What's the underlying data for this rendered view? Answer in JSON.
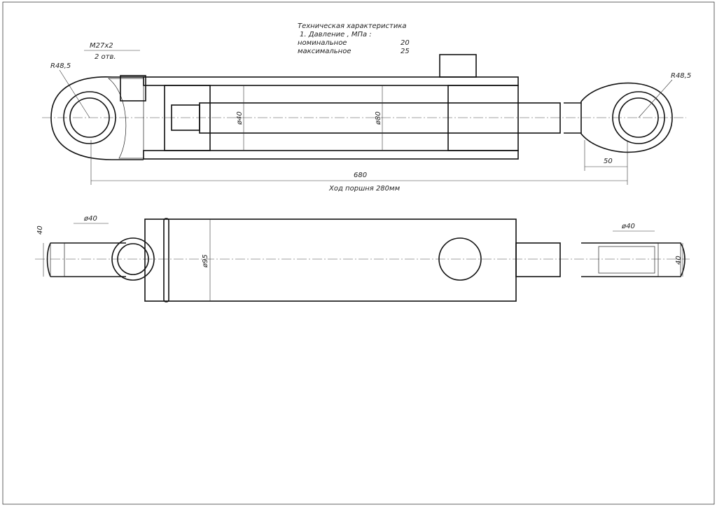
{
  "spec": {
    "title": "Техническая характеристика",
    "pressure_label": "1. Давление , МПа :",
    "nominal_label": "номинальное",
    "nominal_value": "20",
    "max_label": "максимальное",
    "max_value": "25"
  },
  "callouts": {
    "thread": "M27x2",
    "holes": "2 отв.",
    "radius_left": "R48,5",
    "radius_right": "R48,5"
  },
  "top_view": {
    "rod_diameter": "ø40",
    "bore_diameter": "ø80",
    "overall_length": "680",
    "eye_length": "50",
    "stroke": "Ход поршня 280мм"
  },
  "bottom_view": {
    "left_width": "40",
    "left_pin_diameter": "ø40",
    "body_diameter": "ø95",
    "right_pin_diameter": "ø40",
    "right_width": "40"
  }
}
